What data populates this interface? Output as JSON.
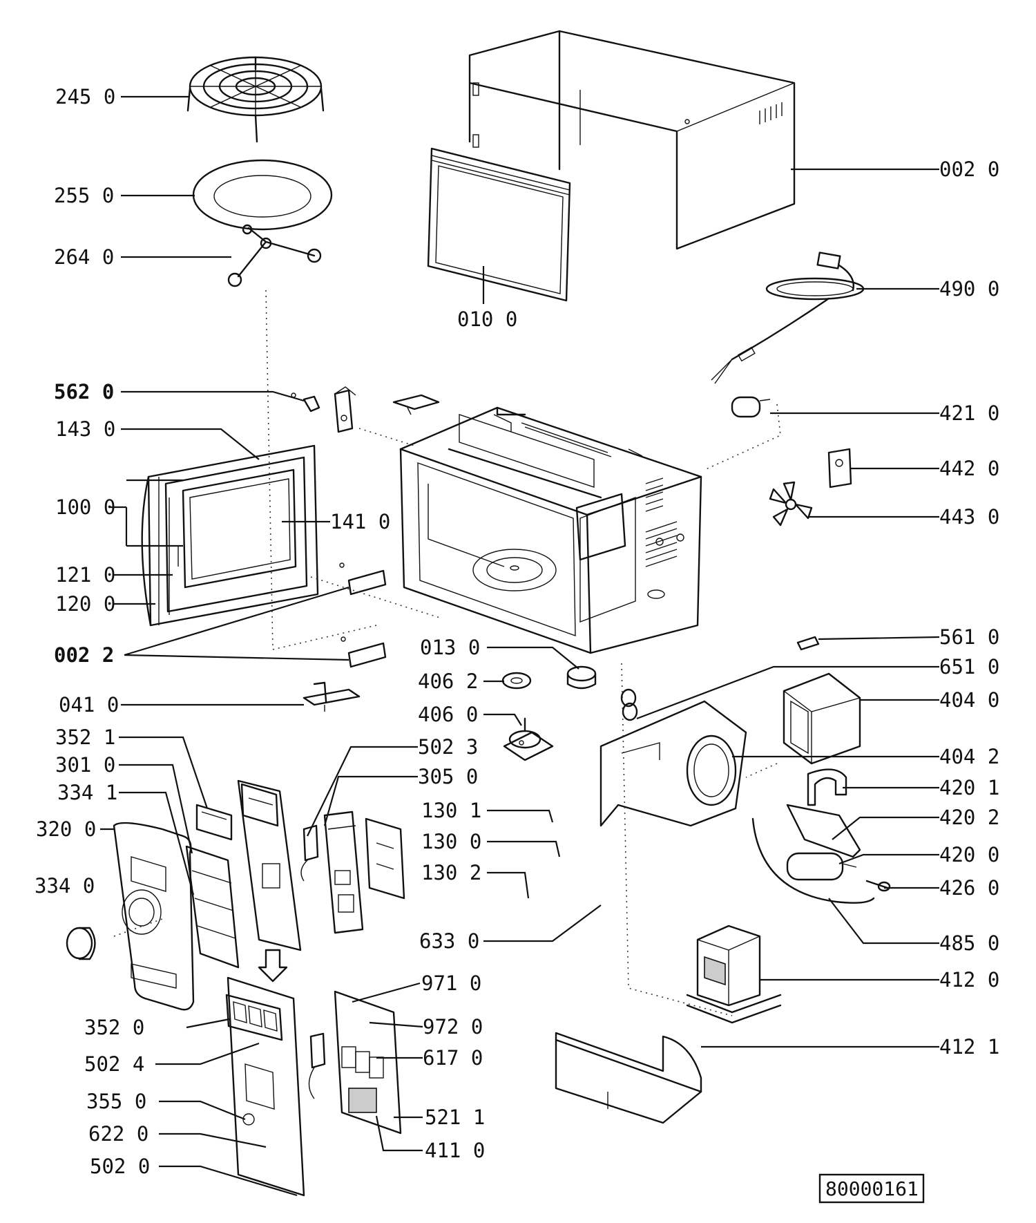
{
  "document_id": "80000161",
  "callouts": [
    {
      "key": "c2450",
      "text": "245  0"
    },
    {
      "key": "c2550",
      "text": "255  0"
    },
    {
      "key": "c2640",
      "text": "264  0"
    },
    {
      "key": "c5620",
      "text": "562  0"
    },
    {
      "key": "c1430",
      "text": "143  0"
    },
    {
      "key": "c1000",
      "text": "100  0"
    },
    {
      "key": "c1210",
      "text": "121  0"
    },
    {
      "key": "c1200",
      "text": "120  0"
    },
    {
      "key": "c0022",
      "text": "002  2"
    },
    {
      "key": "c0410",
      "text": "041  0"
    },
    {
      "key": "c3521",
      "text": "352  1"
    },
    {
      "key": "c3010",
      "text": "301  0"
    },
    {
      "key": "c3341",
      "text": "334  1"
    },
    {
      "key": "c3200",
      "text": "320  0"
    },
    {
      "key": "c3340",
      "text": "334  0"
    },
    {
      "key": "c3520",
      "text": "352  0"
    },
    {
      "key": "c5024",
      "text": "502  4"
    },
    {
      "key": "c3550",
      "text": "355  0"
    },
    {
      "key": "c6220",
      "text": "622  0"
    },
    {
      "key": "c5020",
      "text": "502  0"
    },
    {
      "key": "c0100",
      "text": "010  0"
    },
    {
      "key": "c1410",
      "text": "141  0"
    },
    {
      "key": "c0130",
      "text": "013  0"
    },
    {
      "key": "c4062",
      "text": "406  2"
    },
    {
      "key": "c4060",
      "text": "406  0"
    },
    {
      "key": "c5023",
      "text": "502  3"
    },
    {
      "key": "c3050",
      "text": "305  0"
    },
    {
      "key": "c1301",
      "text": "130  1"
    },
    {
      "key": "c1300",
      "text": "130  0"
    },
    {
      "key": "c1302",
      "text": "130  2"
    },
    {
      "key": "c6330",
      "text": "633  0"
    },
    {
      "key": "c9710",
      "text": "971  0"
    },
    {
      "key": "c9720",
      "text": "972  0"
    },
    {
      "key": "c6170",
      "text": "617  0"
    },
    {
      "key": "c5211",
      "text": "521  1"
    },
    {
      "key": "c4110",
      "text": "411  0"
    },
    {
      "key": "c0020",
      "text": "002  0"
    },
    {
      "key": "c4900",
      "text": "490  0"
    },
    {
      "key": "c4210",
      "text": "421  0"
    },
    {
      "key": "c4420",
      "text": "442  0"
    },
    {
      "key": "c4430",
      "text": "443  0"
    },
    {
      "key": "c5610",
      "text": "561  0"
    },
    {
      "key": "c6510",
      "text": "651  0"
    },
    {
      "key": "c4040",
      "text": "404  0"
    },
    {
      "key": "c4042",
      "text": "404  2"
    },
    {
      "key": "c4201",
      "text": "420  1"
    },
    {
      "key": "c4202",
      "text": "420  2"
    },
    {
      "key": "c4200",
      "text": "420  0"
    },
    {
      "key": "c4260",
      "text": "426  0"
    },
    {
      "key": "c4850",
      "text": "485  0"
    },
    {
      "key": "c4120",
      "text": "412  0"
    },
    {
      "key": "c4121",
      "text": "412  1"
    }
  ]
}
